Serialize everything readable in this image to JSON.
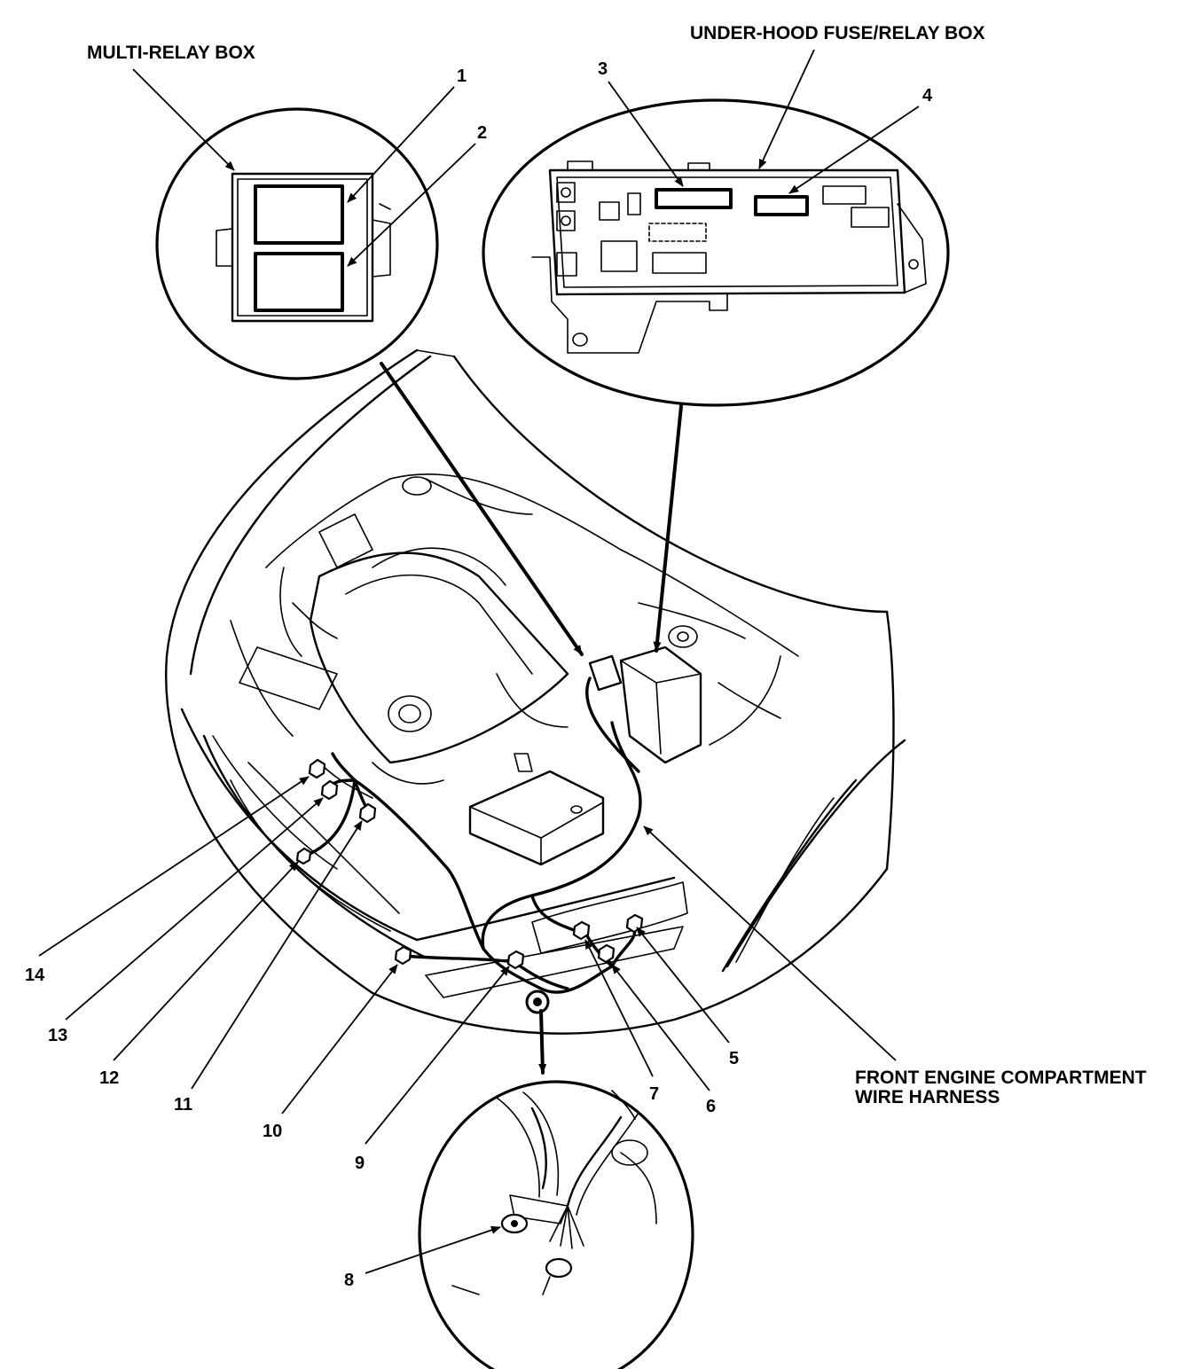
{
  "figure": {
    "titles": {
      "multi_relay_box": "MULTI-RELAY BOX",
      "under_hood_box": "UNDER-HOOD FUSE/RELAY BOX",
      "harness_line1": "FRONT ENGINE COMPARTMENT",
      "harness_line2": "WIRE HARNESS"
    },
    "callouts": [
      "1",
      "2",
      "3",
      "4",
      "5",
      "6",
      "7",
      "8",
      "9",
      "10",
      "11",
      "12",
      "13",
      "14"
    ]
  }
}
